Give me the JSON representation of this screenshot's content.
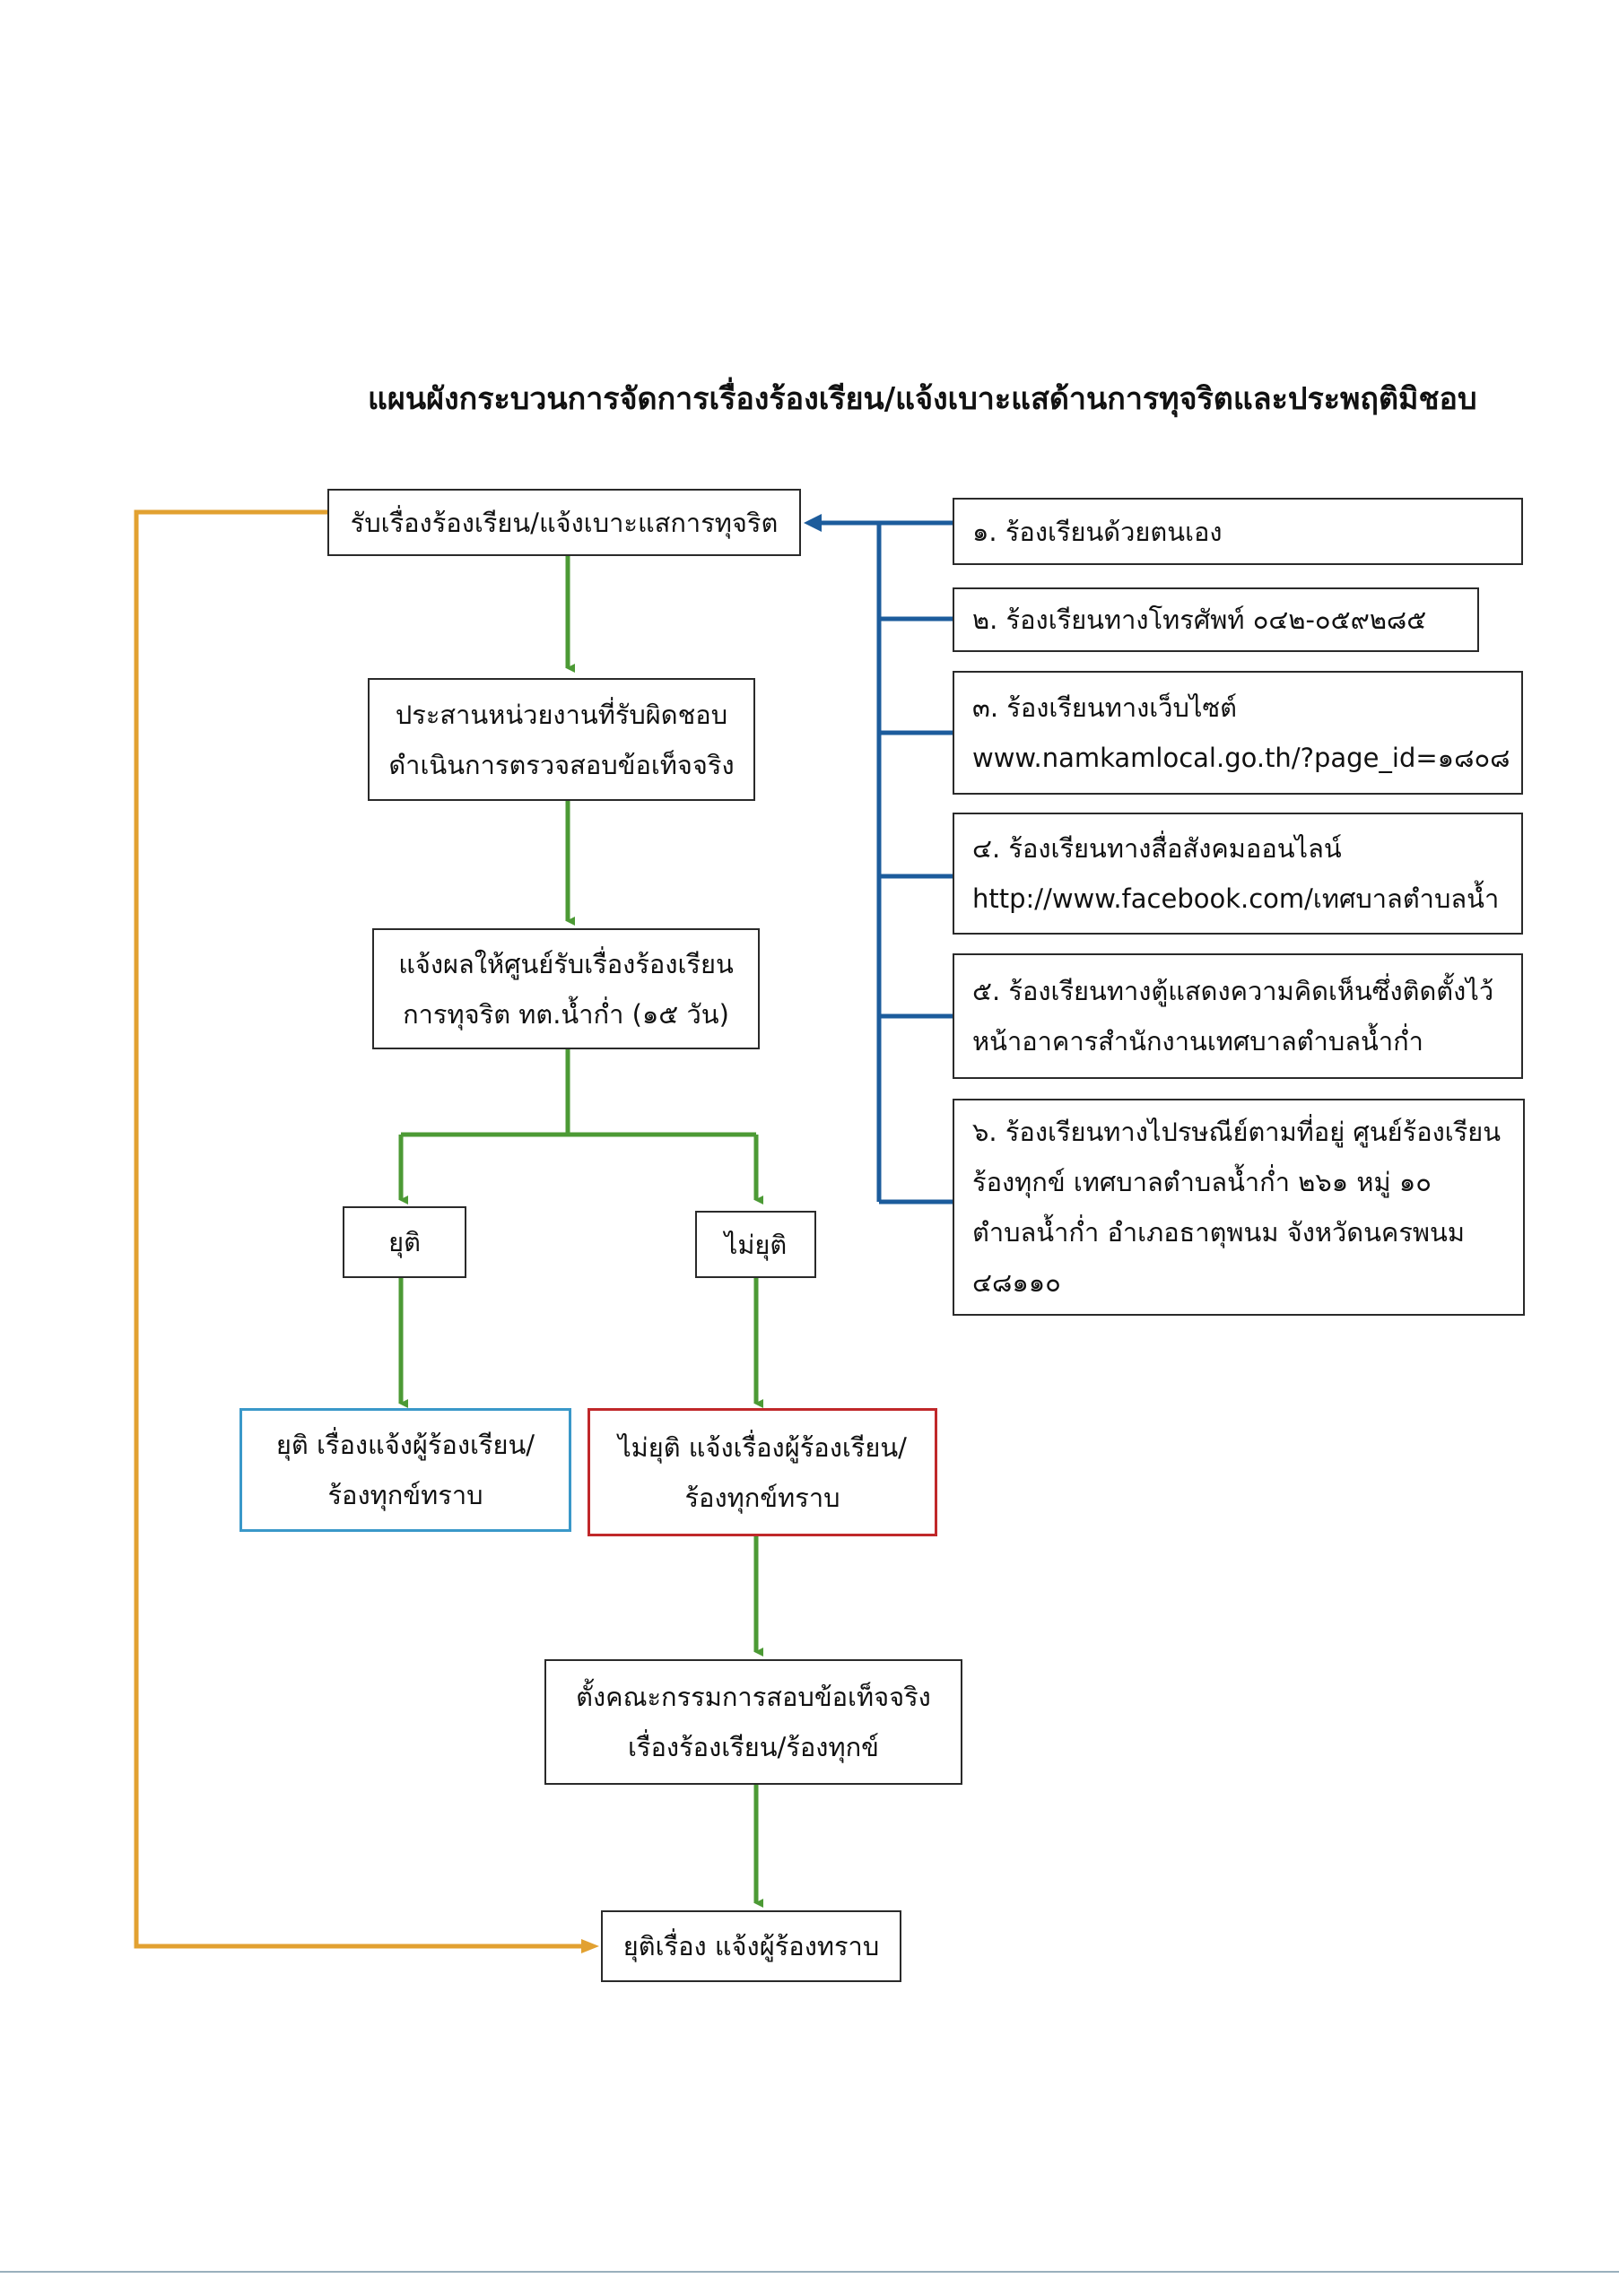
{
  "title": "แผนผังกระบวนการจัดการเรื่องร้องเรียน/แจ้งเบาะแสด้านการทุจริตและประพฤติมิชอบ",
  "colors": {
    "orange_line": "#e2a131",
    "blue_line": "#1c5c9c",
    "green_line": "#4c9a35",
    "blue_box_border": "#3a98c9",
    "red_box_border": "#c0282a"
  },
  "flow": {
    "receive": "รับเรื่องร้องเรียน/แจ้งเบาะแสการทุจริต",
    "coordinate": {
      "line1": "ประสานหน่วยงานที่รับผิดชอบ",
      "line2": "ดำเนินการตรวจสอบข้อเท็จจริง"
    },
    "notify": {
      "line1": "แจ้งผลให้ศูนย์รับเรื่องร้องเรียน",
      "line2": "การทุจริต ทต.น้ำก่ำ (๑๕ วัน)"
    },
    "end": "ยุติ",
    "not_end": "ไม่ยุติ",
    "end_notify": {
      "line1": "ยุติ เรื่องแจ้งผู้ร้องเรียน/",
      "line2": "ร้องทุกข์ทราบ"
    },
    "not_end_notify": {
      "line1": "ไม่ยุติ แจ้งเรื่องผู้ร้องเรียน/",
      "line2": "ร้องทุกข์ทราบ"
    },
    "committee": {
      "line1": "ตั้งคณะกรรมการสอบข้อเท็จจริง",
      "line2": "เรื่องร้องเรียน/ร้องทุกข์"
    },
    "final": "ยุติเรื่อง แจ้งผู้ร้องทราบ"
  },
  "channels": {
    "c1": "๑. ร้องเรียนด้วยตนเอง",
    "c2": "๒. ร้องเรียนทางโทรศัพท์ ๐๔๒-๐๕๙๒๘๕",
    "c3": {
      "line1": "๓. ร้องเรียนทางเว็บไซต์",
      "line2": "www.namkamlocal.go.th/?page_id=๑๘๐๘"
    },
    "c4": {
      "line1": "๔. ร้องเรียนทางสื่อสังคมออนไลน์",
      "line2": "http://www.facebook.com/เทศบาลตำบลน้ำ"
    },
    "c5": {
      "line1": "๕. ร้องเรียนทางตู้แสดงความคิดเห็นซึ่งติดตั้งไว้",
      "line2": "หน้าอาคารสำนักงานเทศบาลตำบลน้ำก่ำ"
    },
    "c6": {
      "line1": "๖. ร้องเรียนทางไปรษณีย์ตามที่อยู่ ศูนย์ร้องเรียน",
      "line2": "ร้องทุกข์ เทศบาลตำบลน้ำก่ำ ๒๖๑ หมู่ ๑๐",
      "line3": "ตำบลน้ำก่ำ อำเภอธาตุพนม จังหวัดนครพนม",
      "line4": "๔๘๑๑๐"
    }
  }
}
